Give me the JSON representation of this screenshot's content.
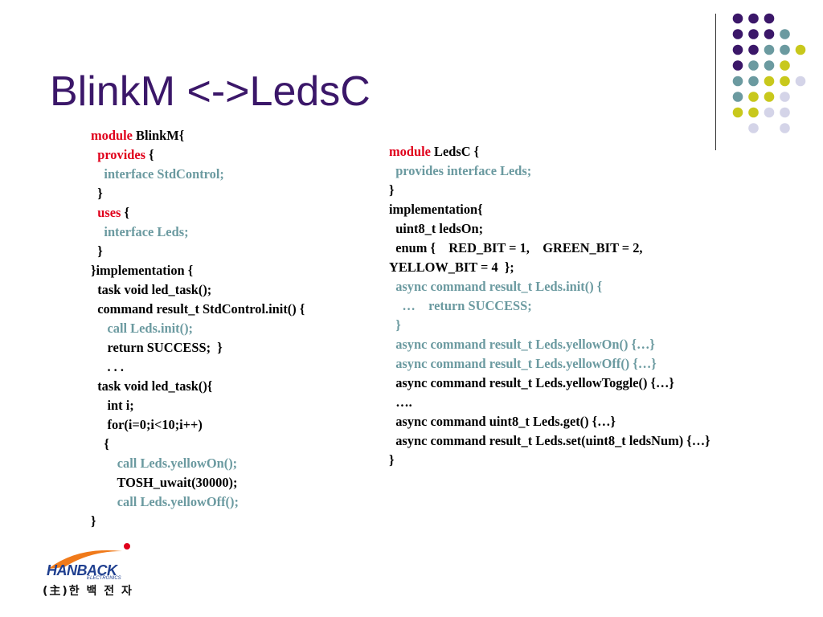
{
  "slide": {
    "title": "BlinkM <->LedsC"
  },
  "colors": {
    "title": "#3b1769",
    "keyword": "#e0001b",
    "teal_text": "#6b9aa0",
    "dot_purple": "#3b1769",
    "dot_teal": "#6b9aa0",
    "dot_yellow": "#c8c81c",
    "dot_lavender": "#d4d4e8"
  },
  "decoration": {
    "dot_grid_rows": [
      [
        "purple",
        "purple",
        "purple",
        "",
        ""
      ],
      [
        "purple",
        "purple",
        "purple",
        "teal",
        ""
      ],
      [
        "purple",
        "purple",
        "teal",
        "teal",
        "yellow"
      ],
      [
        "purple",
        "teal",
        "teal",
        "yellow",
        ""
      ],
      [
        "teal",
        "teal",
        "yellow",
        "yellow",
        "lavender"
      ],
      [
        "teal",
        "yellow",
        "yellow",
        "lavender",
        ""
      ],
      [
        "yellow",
        "yellow",
        "lavender",
        "lavender",
        ""
      ],
      [
        "",
        "lavender",
        "",
        "lavender",
        ""
      ]
    ]
  },
  "left_code": [
    [
      {
        "t": "module ",
        "c": "kw"
      },
      {
        "t": "BlinkM{",
        "c": ""
      }
    ],
    [
      {
        "t": "  ",
        "c": ""
      },
      {
        "t": "provides",
        "c": "kw"
      },
      {
        "t": " {",
        "c": ""
      }
    ],
    [
      {
        "t": "    interface StdControl;",
        "c": "tl"
      }
    ],
    [
      {
        "t": "  }",
        "c": ""
      }
    ],
    [
      {
        "t": "  ",
        "c": ""
      },
      {
        "t": "uses",
        "c": "kw"
      },
      {
        "t": " {",
        "c": ""
      }
    ],
    [
      {
        "t": "    interface Leds;",
        "c": "tl"
      }
    ],
    [
      {
        "t": "  }",
        "c": ""
      }
    ],
    [
      {
        "t": "}implementation {",
        "c": ""
      }
    ],
    [
      {
        "t": "  task void led_task();",
        "c": ""
      }
    ],
    [
      {
        "t": "  command result_t StdControl.init() {",
        "c": ""
      }
    ],
    [
      {
        "t": "     call Leds.init();",
        "c": "tl"
      }
    ],
    [
      {
        "t": "     return SUCCESS;  }",
        "c": ""
      }
    ],
    [
      {
        "t": "     . . .",
        "c": ""
      }
    ],
    [
      {
        "t": "  task void led_task(){",
        "c": ""
      }
    ],
    [
      {
        "t": "     int i;",
        "c": ""
      }
    ],
    [
      {
        "t": "     for(i=0;i<10;i++)",
        "c": ""
      }
    ],
    [
      {
        "t": "    {",
        "c": ""
      }
    ],
    [
      {
        "t": "        call Leds.yellowOn();",
        "c": "tl"
      }
    ],
    [
      {
        "t": "        TOSH_uwait(30000);",
        "c": ""
      }
    ],
    [
      {
        "t": "        call Leds.yellowOff();",
        "c": "tl"
      }
    ],
    [
      {
        "t": "}",
        "c": ""
      }
    ]
  ],
  "right_code": [
    [
      {
        "t": "module ",
        "c": "kw"
      },
      {
        "t": "LedsC {",
        "c": ""
      }
    ],
    [
      {
        "t": "  provides interface Leds;",
        "c": "tl"
      }
    ],
    [
      {
        "t": "}",
        "c": ""
      }
    ],
    [
      {
        "t": "implementation{",
        "c": ""
      }
    ],
    [
      {
        "t": "  uint8_t ledsOn;",
        "c": ""
      }
    ],
    [
      {
        "t": "  enum {    RED_BIT = 1,    GREEN_BIT = 2,",
        "c": ""
      }
    ],
    [
      {
        "t": "YELLOW_BIT = 4  };",
        "c": ""
      }
    ],
    [
      {
        "t": "  async command result_t Leds.init() {",
        "c": "tl"
      }
    ],
    [
      {
        "t": "    …    return SUCCESS;",
        "c": "tl"
      }
    ],
    [
      {
        "t": "  }",
        "c": "tl"
      }
    ],
    [
      {
        "t": "  async command result_t Leds.yellowOn() {…}",
        "c": "tl"
      }
    ],
    [
      {
        "t": "  async command result_t Leds.yellowOff() {…}",
        "c": "tl"
      }
    ],
    [
      {
        "t": "  async command result_t Leds.yellowToggle() {…}",
        "c": ""
      }
    ],
    [
      {
        "t": "  ….",
        "c": ""
      }
    ],
    [
      {
        "t": "  async command uint8_t Leds.get() {…}",
        "c": ""
      }
    ],
    [
      {
        "t": "  async command result_t Leds.set(uint8_t ledsNum) {…}",
        "c": ""
      }
    ],
    [
      {
        "t": "}",
        "c": ""
      }
    ]
  ],
  "logo": {
    "wordmark": "HANBACK",
    "sub": "ELECTRONICS",
    "korean": "(主)한 백 전 자"
  }
}
